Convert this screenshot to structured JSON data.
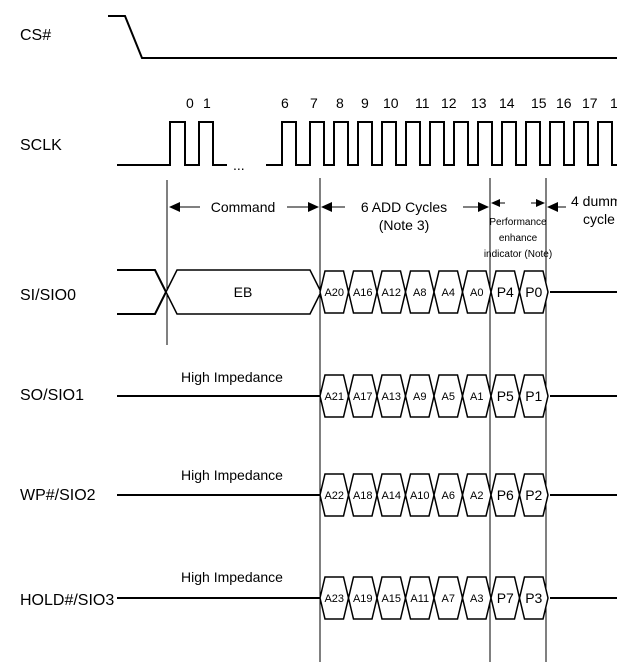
{
  "signals": {
    "cs": "CS#",
    "sclk": "SCLK",
    "si": "SI/SIO0",
    "so": "SO/SIO1",
    "wp": "WP#/SIO2",
    "hold": "HOLD#/SIO3"
  },
  "clock_numbers": [
    "0",
    "1",
    "6",
    "7",
    "8",
    "9",
    "10",
    "11",
    "12",
    "13",
    "14",
    "15",
    "16",
    "17",
    "1"
  ],
  "ellipsis": "...",
  "phases": {
    "command": "Command",
    "add_cycles_line1": "6 ADD Cycles",
    "add_cycles_line2": "(Note 3)",
    "perf_line1": "Performance",
    "perf_line2": "enhance",
    "perf_line3": "indicator (Note)",
    "dummy_line1": "4 dumm",
    "dummy_line2": "cycle"
  },
  "si_command_value": "EB",
  "high_impedance": "High Impedance",
  "address_rows": {
    "si": [
      "A20",
      "A16",
      "A12",
      "A8",
      "A4",
      "A0",
      "P4",
      "P0"
    ],
    "so": [
      "A21",
      "A17",
      "A13",
      "A9",
      "A5",
      "A1",
      "P5",
      "P1"
    ],
    "wp": [
      "A22",
      "A18",
      "A14",
      "A10",
      "A6",
      "A2",
      "P6",
      "P2"
    ],
    "hold": [
      "A23",
      "A19",
      "A15",
      "A11",
      "A7",
      "A3",
      "P7",
      "P3"
    ]
  }
}
